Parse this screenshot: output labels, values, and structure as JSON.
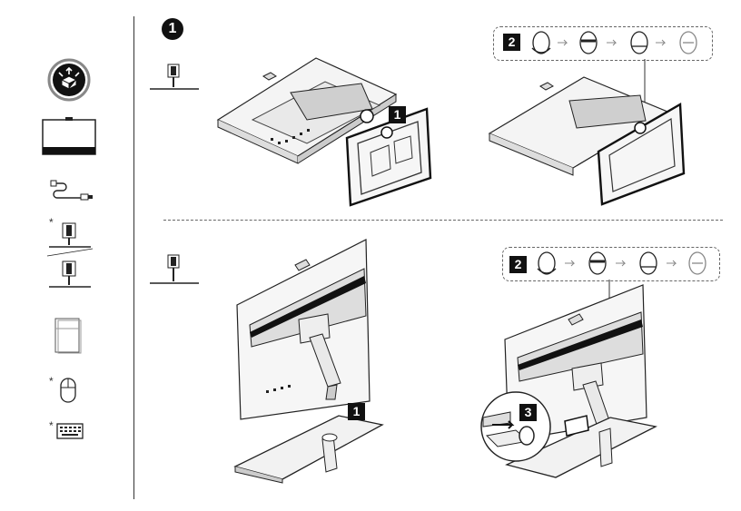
{
  "step_number": "1",
  "sidebar": {
    "asterisks": [
      "*",
      "*",
      "*"
    ]
  },
  "top_section": {
    "badge_1": "1",
    "callout_badge": "2"
  },
  "bottom_section": {
    "badge_1": "1",
    "callout_badge": "2",
    "badge_3": "3"
  }
}
